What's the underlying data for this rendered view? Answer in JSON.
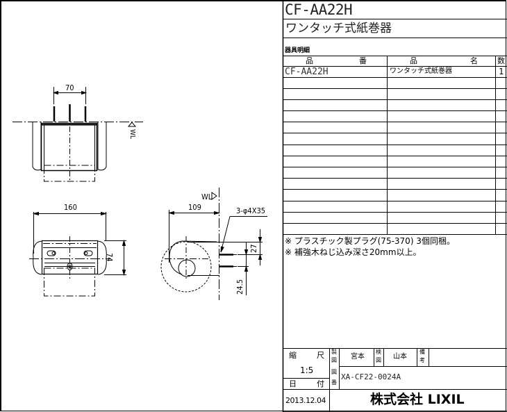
{
  "title_block": {
    "model": "CF-AA22H",
    "product_name": "ワンタッチ式紙巻器",
    "parts_list_label": "器具明細",
    "columns": {
      "part_no_a": "品",
      "part_no_b": "番",
      "part_name_a": "品",
      "part_name_b": "名",
      "qty": "数"
    },
    "rows": [
      {
        "part_no": "CF-AA22H",
        "part_name": "ワンタッチ式紙巻器",
        "qty": "1"
      },
      {
        "part_no": "",
        "part_name": "",
        "qty": ""
      },
      {
        "part_no": "",
        "part_name": "",
        "qty": ""
      },
      {
        "part_no": "",
        "part_name": "",
        "qty": ""
      },
      {
        "part_no": "",
        "part_name": "",
        "qty": ""
      },
      {
        "part_no": "",
        "part_name": "",
        "qty": ""
      },
      {
        "part_no": "",
        "part_name": "",
        "qty": ""
      },
      {
        "part_no": "",
        "part_name": "",
        "qty": ""
      },
      {
        "part_no": "",
        "part_name": "",
        "qty": ""
      },
      {
        "part_no": "",
        "part_name": "",
        "qty": ""
      },
      {
        "part_no": "",
        "part_name": "",
        "qty": ""
      },
      {
        "part_no": "",
        "part_name": "",
        "qty": ""
      },
      {
        "part_no": "",
        "part_name": "",
        "qty": ""
      },
      {
        "part_no": "",
        "part_name": "",
        "qty": ""
      },
      {
        "part_no": "",
        "part_name": "",
        "qty": ""
      }
    ],
    "notes": [
      "※ プラスチック製プラグ(75-370) 3個同梱。",
      "※ 補強木ねじ込み深さ20mm以上。"
    ],
    "scale_label_a": "縮",
    "scale_label_b": "尺",
    "scale": "1:5",
    "date_label_a": "日",
    "date_label_b": "付",
    "date": "2013.12.04",
    "drawn_label_a": "製",
    "drawn_label_b": "図",
    "drawn_by": "宮本",
    "checked_label_a": "検",
    "checked_label_b": "図",
    "checked_by": "山本",
    "remarks_label_a": "備",
    "remarks_label_b": "考",
    "drawing_no_label_a": "図",
    "drawing_no_label_b": "番",
    "drawing_no": "XA-CF22-0024A",
    "company": "株式会社 LIXIL"
  },
  "drawing": {
    "top_view": {
      "dim_width": "70",
      "wall_line_label": "WL"
    },
    "front_view": {
      "dim_width": "160",
      "dim_height": "74"
    },
    "side_view": {
      "wall_line_label": "WL",
      "dim_depth": "109",
      "screw_spec": "3-φ4X35",
      "dim_screw_pitch": "27",
      "dim_lower": "24.5"
    }
  },
  "colors": {
    "line": "#000000",
    "background": "#ffffff"
  }
}
